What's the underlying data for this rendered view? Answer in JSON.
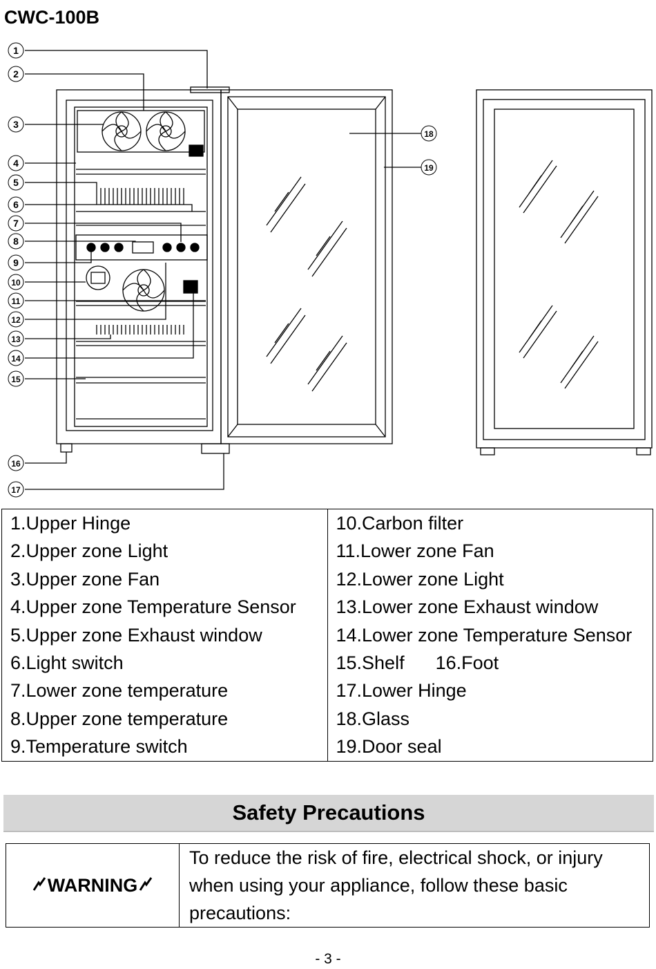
{
  "header": {
    "model": "CWC-100B"
  },
  "callouts": [
    "1",
    "2",
    "3",
    "4",
    "5",
    "6",
    "7",
    "8",
    "9",
    "10",
    "11",
    "12",
    "13",
    "14",
    "15",
    "16",
    "17",
    "18",
    "19"
  ],
  "parts": {
    "left": [
      "1.Upper Hinge",
      "2.Upper zone Light",
      "3.Upper zone Fan",
      "4.Upper zone Temperature Sensor",
      "5.Upper zone Exhaust window",
      "6.Light switch",
      "7.Lower zone temperature",
      "8.Upper zone temperature",
      "9.Temperature switch"
    ],
    "right": [
      "10.Carbon filter",
      "11.Lower zone Fan",
      "12.Lower zone Light",
      "13.Lower zone Exhaust window",
      "14.Lower zone Temperature Sensor",
      "15.Shelf      16.Foot",
      "17.Lower Hinge",
      "18.Glass",
      "19.Door seal"
    ]
  },
  "safety": {
    "title": "Safety Precautions",
    "warning_label": "WARNING",
    "warning_icon": "lightning-bolt-icon",
    "warning_text": "To reduce the risk of fire, electrical shock, or injury when using your appliance, follow these basic precautions:"
  },
  "footer": {
    "page_number": "- 3 -"
  }
}
